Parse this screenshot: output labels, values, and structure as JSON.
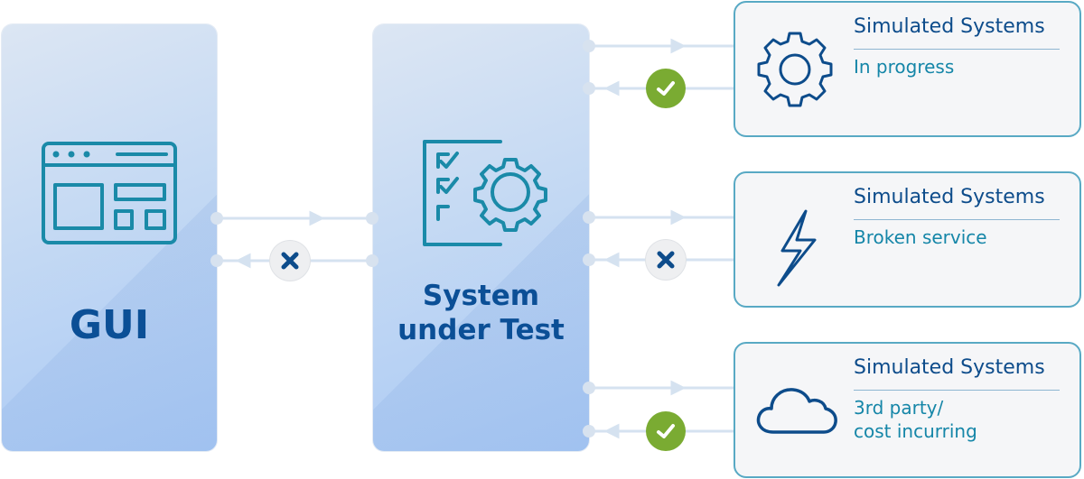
{
  "gui": {
    "label": "GUI",
    "icon": "browser-window-icon"
  },
  "sut": {
    "label_line1": "System",
    "label_line2": "under Test",
    "icon": "checklist-gear-icon"
  },
  "connections": [
    {
      "from": "GUI",
      "to": "System under Test",
      "status": "failed",
      "badge_icon": "x-icon"
    },
    {
      "from": "System under Test",
      "to": "Simulated Systems (In progress)",
      "status": "success",
      "badge_icon": "check-icon"
    },
    {
      "from": "System under Test",
      "to": "Simulated Systems (Broken service)",
      "status": "failed",
      "badge_icon": "x-icon"
    },
    {
      "from": "System under Test",
      "to": "Simulated Systems (3rd party/cost incurring)",
      "status": "success",
      "badge_icon": "check-icon"
    }
  ],
  "cards": [
    {
      "title": "Simulated Systems",
      "subtitle": "In progress",
      "icon": "gear-icon"
    },
    {
      "title": "Simulated Systems",
      "subtitle": "Broken service",
      "icon": "lightning-icon"
    },
    {
      "title": "Simulated Systems",
      "subtitle_line1": "3rd party/",
      "subtitle_line2": "cost incurring",
      "icon": "cloud-icon"
    }
  ],
  "colors": {
    "primary_text": "#0b4f96",
    "subtitle_text": "#1586a8",
    "icon_teal": "#1a8aa8",
    "success": "#7aab32",
    "error_mark": "#0d4c8b",
    "card_border": "#58a9c4"
  }
}
